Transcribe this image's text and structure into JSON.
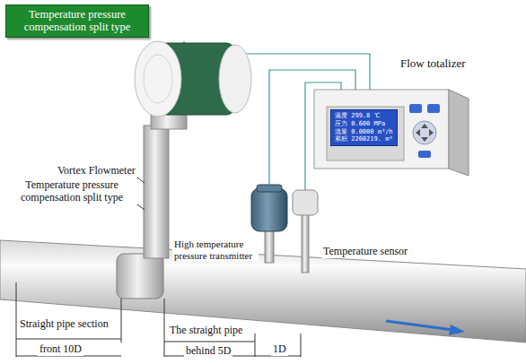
{
  "diagram": {
    "title": "Temperature pressure compensation split type",
    "nodes": [
      {
        "text": [
          "温度 299.8 ℃",
          "压力 0.600 MPa",
          "流量 0.0000 m³/h",
          "累积 2260219. m³"
        ]
      }
    ],
    "labels": [
      "Flow totalizer",
      "Vortex Flowmeter",
      "Temperature pressure compensation split type",
      "High temperature pressure transmitter",
      "Temperature sensor",
      "Straight pipe section",
      "front 10D",
      "The straight pipe",
      "behind 5D",
      "1D"
    ]
  }
}
